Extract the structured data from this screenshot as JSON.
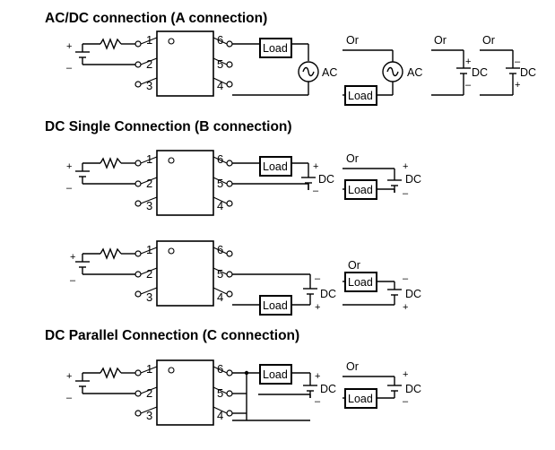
{
  "sections": [
    {
      "title": "AC/DC connection (A connection)"
    },
    {
      "title": "DC Single Connection (B connection)"
    },
    {
      "title": "DC Parallel Connection (C connection)"
    }
  ],
  "pins": [
    "1",
    "2",
    "3",
    "4",
    "5",
    "6"
  ],
  "labels": {
    "load": "Load",
    "or": "Or",
    "ac": "AC",
    "dc": "DC",
    "plus": "+",
    "minus": "–"
  }
}
